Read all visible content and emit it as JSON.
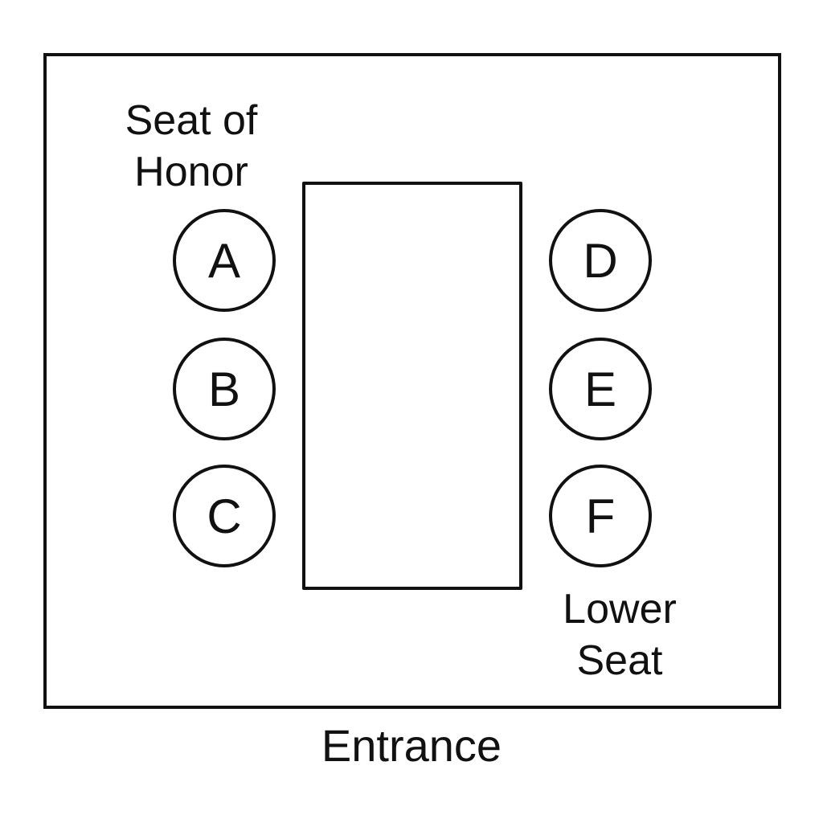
{
  "labels": {
    "honor_line1": "Seat of",
    "honor_line2": "Honor",
    "lower_line1": "Lower",
    "lower_line2": "Seat",
    "entrance": "Entrance"
  },
  "seats": {
    "left": [
      "A",
      "B",
      "C"
    ],
    "right": [
      "D",
      "E",
      "F"
    ]
  },
  "colors": {
    "stroke": "#111111",
    "background": "#ffffff"
  }
}
